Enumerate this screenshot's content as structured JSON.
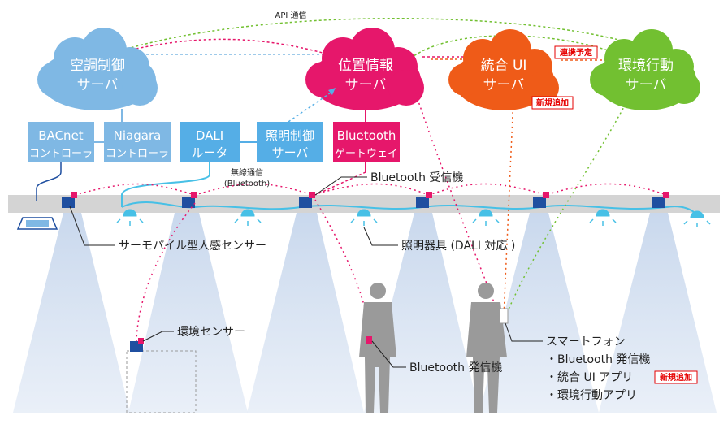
{
  "colors": {
    "blue_cloud": "#7fb8e4",
    "pink": "#e6176b",
    "orange": "#ef5b18",
    "green": "#72c031",
    "sky_box": "#55aee6",
    "dark_blue": "#1f4fa0",
    "beam": "#cfdcee",
    "rail": "#d4d4d4",
    "lamp": "#47c0e6",
    "person": "#9a9a9a",
    "red_tag": "#e60000"
  },
  "labels": {
    "api": "API 通信",
    "wireless": "無線通信",
    "wireless_sub": "(Bluetooth)",
    "tag_collab": "連携予定",
    "tag_new1": "新規追加",
    "tag_new2": "新規追加"
  },
  "clouds": {
    "hvac": [
      "空調制御",
      "サーバ"
    ],
    "location": [
      "位置情報",
      "サーバ"
    ],
    "ui": [
      "統合 UI",
      "サーバ"
    ],
    "env": [
      "環境行動",
      "サーバ"
    ]
  },
  "boxes": {
    "bacnet": [
      "BACnet",
      "コントローラ"
    ],
    "niagara": [
      "Niagara",
      "コントローラ"
    ],
    "dali": [
      "DALI",
      "ルータ"
    ],
    "lighting": [
      "照明制御",
      "サーバ"
    ],
    "gateway": [
      "Bluetooth",
      "ゲートウェイ"
    ]
  },
  "callouts": {
    "receiver": "Bluetooth 受信機",
    "thermopile": "サーモパイル型人感センサー",
    "fixture": "照明器具 (DALI 対応 )",
    "env_sensor": "環境センサー",
    "transmitter": "Bluetooth 発信機",
    "phone": "スマートフォン",
    "phone_items": [
      "・Bluetooth 発信機",
      "・統合 UI アプリ",
      "・環境行動アプリ"
    ]
  }
}
